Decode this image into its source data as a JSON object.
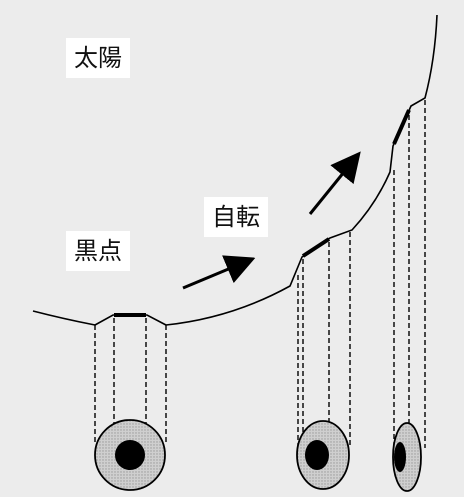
{
  "labels": {
    "sun": "太陽",
    "rotation": "自転",
    "sunspot": "黒点"
  },
  "colors": {
    "background": "#ececec",
    "line": "#000000",
    "disk_fill": "#c8c8c8",
    "spot_fill": "#000000",
    "label_bg": "#ffffff"
  },
  "icons": [
    "rotation-arrow-icon"
  ]
}
